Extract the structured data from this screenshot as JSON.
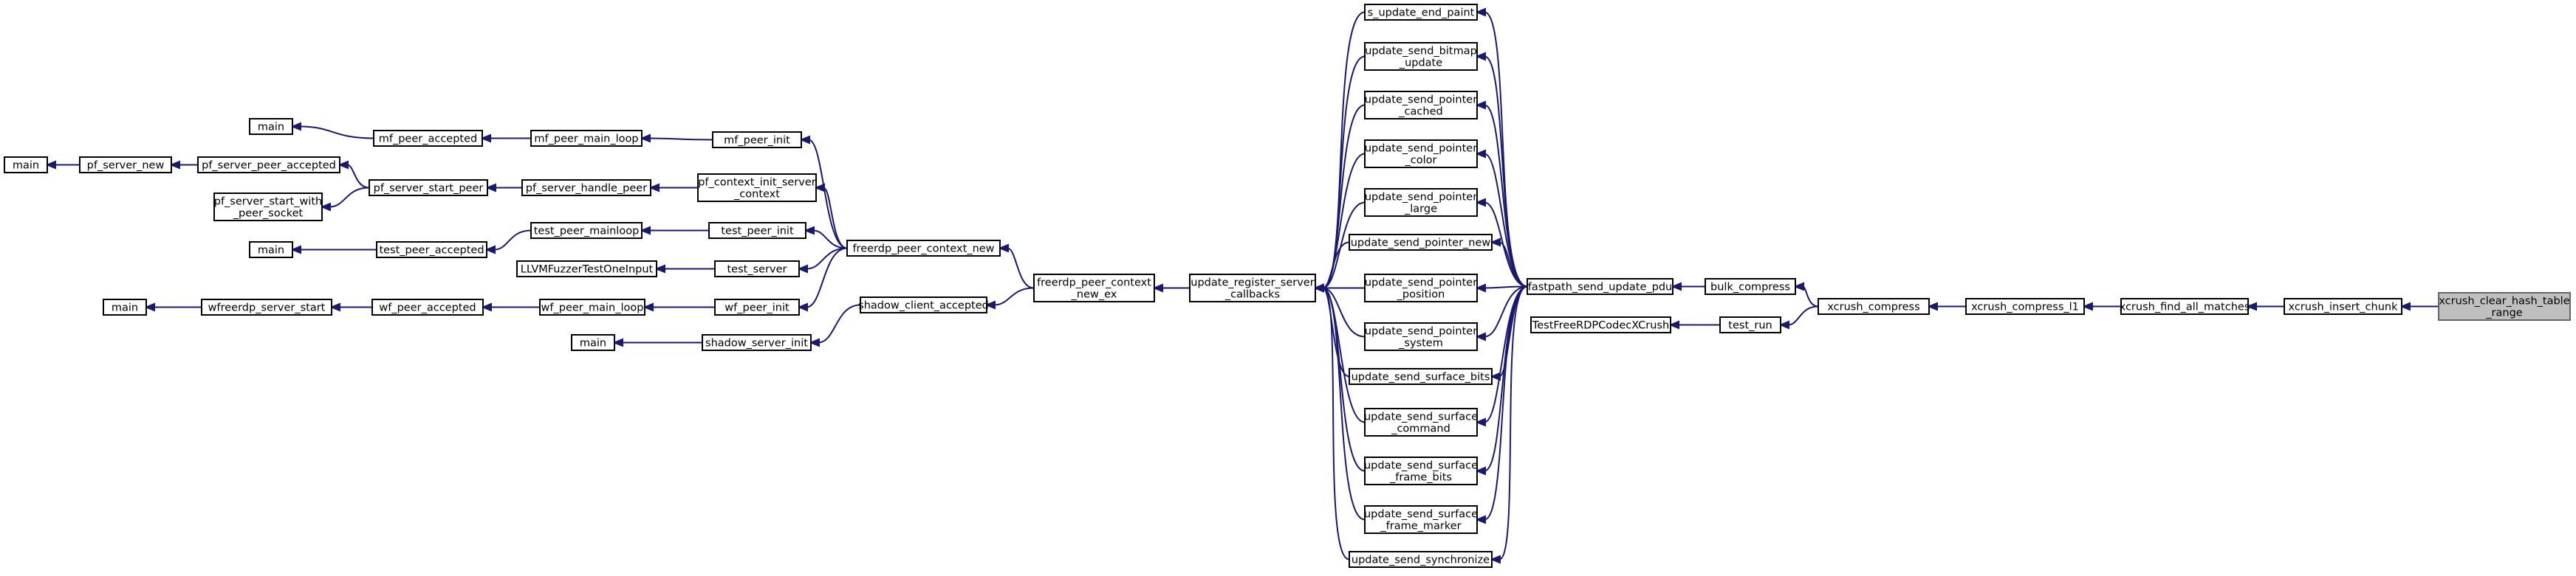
{
  "nodes": [
    {
      "id": "xc_clear",
      "lines": [
        "xcrush_clear_hash_table",
        "_range"
      ],
      "highlight": true
    },
    {
      "id": "xc_insert",
      "lines": [
        "xcrush_insert_chunk"
      ]
    },
    {
      "id": "xc_find",
      "lines": [
        "xcrush_find_all_matches"
      ]
    },
    {
      "id": "xc_l1",
      "lines": [
        "xcrush_compress_l1"
      ]
    },
    {
      "id": "xc_comp",
      "lines": [
        "xcrush_compress"
      ]
    },
    {
      "id": "bulk",
      "lines": [
        "bulk_compress"
      ]
    },
    {
      "id": "test_run",
      "lines": [
        "test_run"
      ]
    },
    {
      "id": "test_free",
      "lines": [
        "TestFreeRDPCodecXCrush"
      ]
    },
    {
      "id": "fp_send",
      "lines": [
        "fastpath_send_update_pdu"
      ]
    },
    {
      "id": "u_end_paint",
      "lines": [
        "s_update_end_paint"
      ]
    },
    {
      "id": "u_bitmap",
      "lines": [
        "update_send_bitmap",
        "_update"
      ]
    },
    {
      "id": "u_ptr_cached",
      "lines": [
        "update_send_pointer",
        "_cached"
      ]
    },
    {
      "id": "u_ptr_color",
      "lines": [
        "update_send_pointer",
        "_color"
      ]
    },
    {
      "id": "u_ptr_large",
      "lines": [
        "update_send_pointer",
        "_large"
      ]
    },
    {
      "id": "u_ptr_new",
      "lines": [
        "update_send_pointer_new"
      ]
    },
    {
      "id": "u_ptr_pos",
      "lines": [
        "update_send_pointer",
        "_position"
      ]
    },
    {
      "id": "u_ptr_sys",
      "lines": [
        "update_send_pointer",
        "_system"
      ]
    },
    {
      "id": "u_surf_bits",
      "lines": [
        "update_send_surface_bits"
      ]
    },
    {
      "id": "u_surf_cmd",
      "lines": [
        "update_send_surface",
        "_command"
      ]
    },
    {
      "id": "u_surf_fbits",
      "lines": [
        "update_send_surface",
        "_frame_bits"
      ]
    },
    {
      "id": "u_surf_fmark",
      "lines": [
        "update_send_surface",
        "_frame_marker"
      ]
    },
    {
      "id": "u_sync",
      "lines": [
        "update_send_synchronize"
      ]
    },
    {
      "id": "u_reg",
      "lines": [
        "update_register_server",
        "_callbacks"
      ]
    },
    {
      "id": "fpc_new_ex",
      "lines": [
        "freerdp_peer_context",
        "_new_ex"
      ]
    },
    {
      "id": "fpc_new",
      "lines": [
        "freerdp_peer_context_new"
      ]
    },
    {
      "id": "shadow_acc",
      "lines": [
        "shadow_client_accepted"
      ]
    },
    {
      "id": "shadow_init",
      "lines": [
        "shadow_server_init"
      ]
    },
    {
      "id": "main_shadow",
      "lines": [
        "main"
      ]
    },
    {
      "id": "mf_init",
      "lines": [
        "mf_peer_init"
      ]
    },
    {
      "id": "mf_loop",
      "lines": [
        "mf_peer_main_loop"
      ]
    },
    {
      "id": "mf_acc",
      "lines": [
        "mf_peer_accepted"
      ]
    },
    {
      "id": "main_mf",
      "lines": [
        "main"
      ]
    },
    {
      "id": "pf_ctx",
      "lines": [
        "pf_context_init_server",
        "_context"
      ]
    },
    {
      "id": "pf_handle",
      "lines": [
        "pf_server_handle_peer"
      ]
    },
    {
      "id": "pf_start",
      "lines": [
        "pf_server_start_peer"
      ]
    },
    {
      "id": "pf_acc",
      "lines": [
        "pf_server_peer_accepted"
      ]
    },
    {
      "id": "pf_new",
      "lines": [
        "pf_server_new"
      ]
    },
    {
      "id": "main_pf",
      "lines": [
        "main"
      ]
    },
    {
      "id": "pf_start_sock",
      "lines": [
        "pf_server_start_with",
        "_peer_socket"
      ]
    },
    {
      "id": "tp_init",
      "lines": [
        "test_peer_init"
      ]
    },
    {
      "id": "tp_loop",
      "lines": [
        "test_peer_mainloop"
      ]
    },
    {
      "id": "tp_acc",
      "lines": [
        "test_peer_accepted"
      ]
    },
    {
      "id": "main_tp",
      "lines": [
        "main"
      ]
    },
    {
      "id": "t_server",
      "lines": [
        "test_server"
      ]
    },
    {
      "id": "llvm",
      "lines": [
        "LLVMFuzzerTestOneInput"
      ]
    },
    {
      "id": "wf_init",
      "lines": [
        "wf_peer_init"
      ]
    },
    {
      "id": "wf_loop",
      "lines": [
        "wf_peer_main_loop"
      ]
    },
    {
      "id": "wf_acc",
      "lines": [
        "wf_peer_accepted"
      ]
    },
    {
      "id": "wfr_start",
      "lines": [
        "wfreerdp_server_start"
      ]
    },
    {
      "id": "main_wf",
      "lines": [
        "main"
      ]
    }
  ],
  "edges": [
    [
      "xc_insert",
      "xc_clear"
    ],
    [
      "xc_find",
      "xc_insert"
    ],
    [
      "xc_l1",
      "xc_find"
    ],
    [
      "xc_comp",
      "xc_l1"
    ],
    [
      "bulk",
      "xc_comp"
    ],
    [
      "test_run",
      "xc_comp"
    ],
    [
      "fp_send",
      "bulk"
    ],
    [
      "test_free",
      "test_run"
    ],
    [
      "u_end_paint",
      "fp_send"
    ],
    [
      "u_bitmap",
      "fp_send"
    ],
    [
      "u_ptr_cached",
      "fp_send"
    ],
    [
      "u_ptr_color",
      "fp_send"
    ],
    [
      "u_ptr_large",
      "fp_send"
    ],
    [
      "u_ptr_new",
      "fp_send"
    ],
    [
      "u_ptr_pos",
      "fp_send"
    ],
    [
      "u_ptr_sys",
      "fp_send"
    ],
    [
      "u_surf_bits",
      "fp_send"
    ],
    [
      "u_surf_cmd",
      "fp_send"
    ],
    [
      "u_surf_fbits",
      "fp_send"
    ],
    [
      "u_surf_fmark",
      "fp_send"
    ],
    [
      "u_sync",
      "fp_send"
    ],
    [
      "u_reg",
      "u_end_paint"
    ],
    [
      "u_reg",
      "u_bitmap"
    ],
    [
      "u_reg",
      "u_ptr_cached"
    ],
    [
      "u_reg",
      "u_ptr_color"
    ],
    [
      "u_reg",
      "u_ptr_large"
    ],
    [
      "u_reg",
      "u_ptr_new"
    ],
    [
      "u_reg",
      "u_ptr_pos"
    ],
    [
      "u_reg",
      "u_ptr_sys"
    ],
    [
      "u_reg",
      "u_surf_bits"
    ],
    [
      "u_reg",
      "u_surf_cmd"
    ],
    [
      "u_reg",
      "u_surf_fbits"
    ],
    [
      "u_reg",
      "u_surf_fmark"
    ],
    [
      "u_reg",
      "u_sync"
    ],
    [
      "fpc_new_ex",
      "u_reg"
    ],
    [
      "fpc_new",
      "fpc_new_ex"
    ],
    [
      "shadow_acc",
      "fpc_new_ex"
    ],
    [
      "shadow_init",
      "shadow_acc"
    ],
    [
      "main_shadow",
      "shadow_init"
    ],
    [
      "mf_init",
      "fpc_new"
    ],
    [
      "pf_ctx",
      "fpc_new"
    ],
    [
      "tp_init",
      "fpc_new"
    ],
    [
      "t_server",
      "fpc_new"
    ],
    [
      "wf_init",
      "fpc_new"
    ],
    [
      "mf_loop",
      "mf_init"
    ],
    [
      "mf_acc",
      "mf_loop"
    ],
    [
      "main_mf",
      "mf_acc"
    ],
    [
      "pf_handle",
      "pf_ctx"
    ],
    [
      "pf_start",
      "pf_handle"
    ],
    [
      "pf_acc",
      "pf_start"
    ],
    [
      "pf_start_sock",
      "pf_start"
    ],
    [
      "pf_new",
      "pf_acc"
    ],
    [
      "main_pf",
      "pf_new"
    ],
    [
      "tp_loop",
      "tp_init"
    ],
    [
      "tp_acc",
      "tp_loop"
    ],
    [
      "main_tp",
      "tp_acc"
    ],
    [
      "llvm",
      "t_server"
    ],
    [
      "wf_loop",
      "wf_init"
    ],
    [
      "wf_acc",
      "wf_loop"
    ],
    [
      "wfr_start",
      "wf_acc"
    ],
    [
      "main_wf",
      "wfr_start"
    ]
  ]
}
